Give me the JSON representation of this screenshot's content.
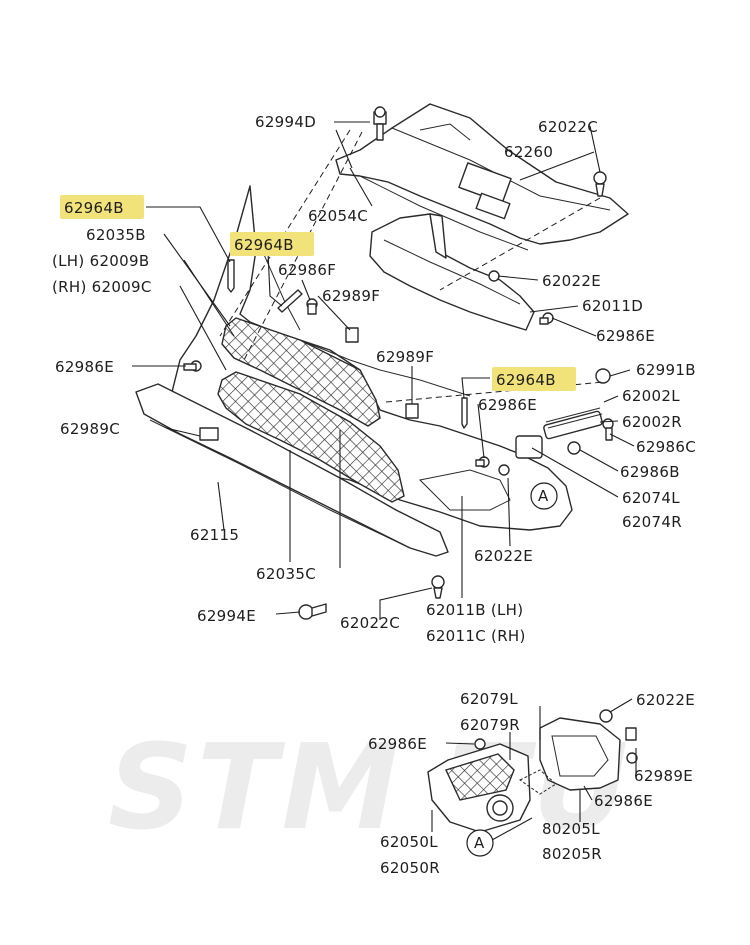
{
  "watermark": {
    "text": "STM TU",
    "color": "#e8e8e8"
  },
  "colors": {
    "highlight": "#f2e27a",
    "ink": "#1e1e1e"
  },
  "labels": {
    "p62994D": "62994D",
    "p62022C_top": "62022C",
    "p62260": "62260",
    "p62964B_1": "62964B",
    "p62054C": "62054C",
    "p62035B": "62035B",
    "p62964B_2": "62964B",
    "p62009B": "(LH) 62009B",
    "p62986F": "62986F",
    "p62022E_1": "62022E",
    "p62009C": "(RH) 62009C",
    "p62989F_1": "62989F",
    "p62011D": "62011D",
    "p62986E_1": "62986E",
    "p62986E_2": "62986E",
    "p62989F_2": "62989F",
    "p62964B_3": "62964B",
    "p62991B": "62991B",
    "p62002L": "62002L",
    "p62986E_3": "62986E",
    "p62002R": "62002R",
    "p62989C": "62989C",
    "p62986C": "62986C",
    "p62986B": "62986B",
    "p62074L": "62074L",
    "p62074R": "62074R",
    "callout_A1": "A",
    "p62115": "62115",
    "p62022E_2": "62022E",
    "p62035C": "62035C",
    "p62994E": "62994E",
    "p62022C_bot": "62022C",
    "p62011B": "62011B (LH)",
    "p62011C": "62011C (RH)",
    "p62079L": "62079L",
    "p62022E_3": "62022E",
    "p62079R": "62079R",
    "p62986E_4": "62986E",
    "p62989E": "62989E",
    "p62986E_5": "62986E",
    "p62050L": "62050L",
    "p80205L": "80205L",
    "callout_A2": "A",
    "p62050R": "62050R",
    "p80205R": "80205R"
  }
}
